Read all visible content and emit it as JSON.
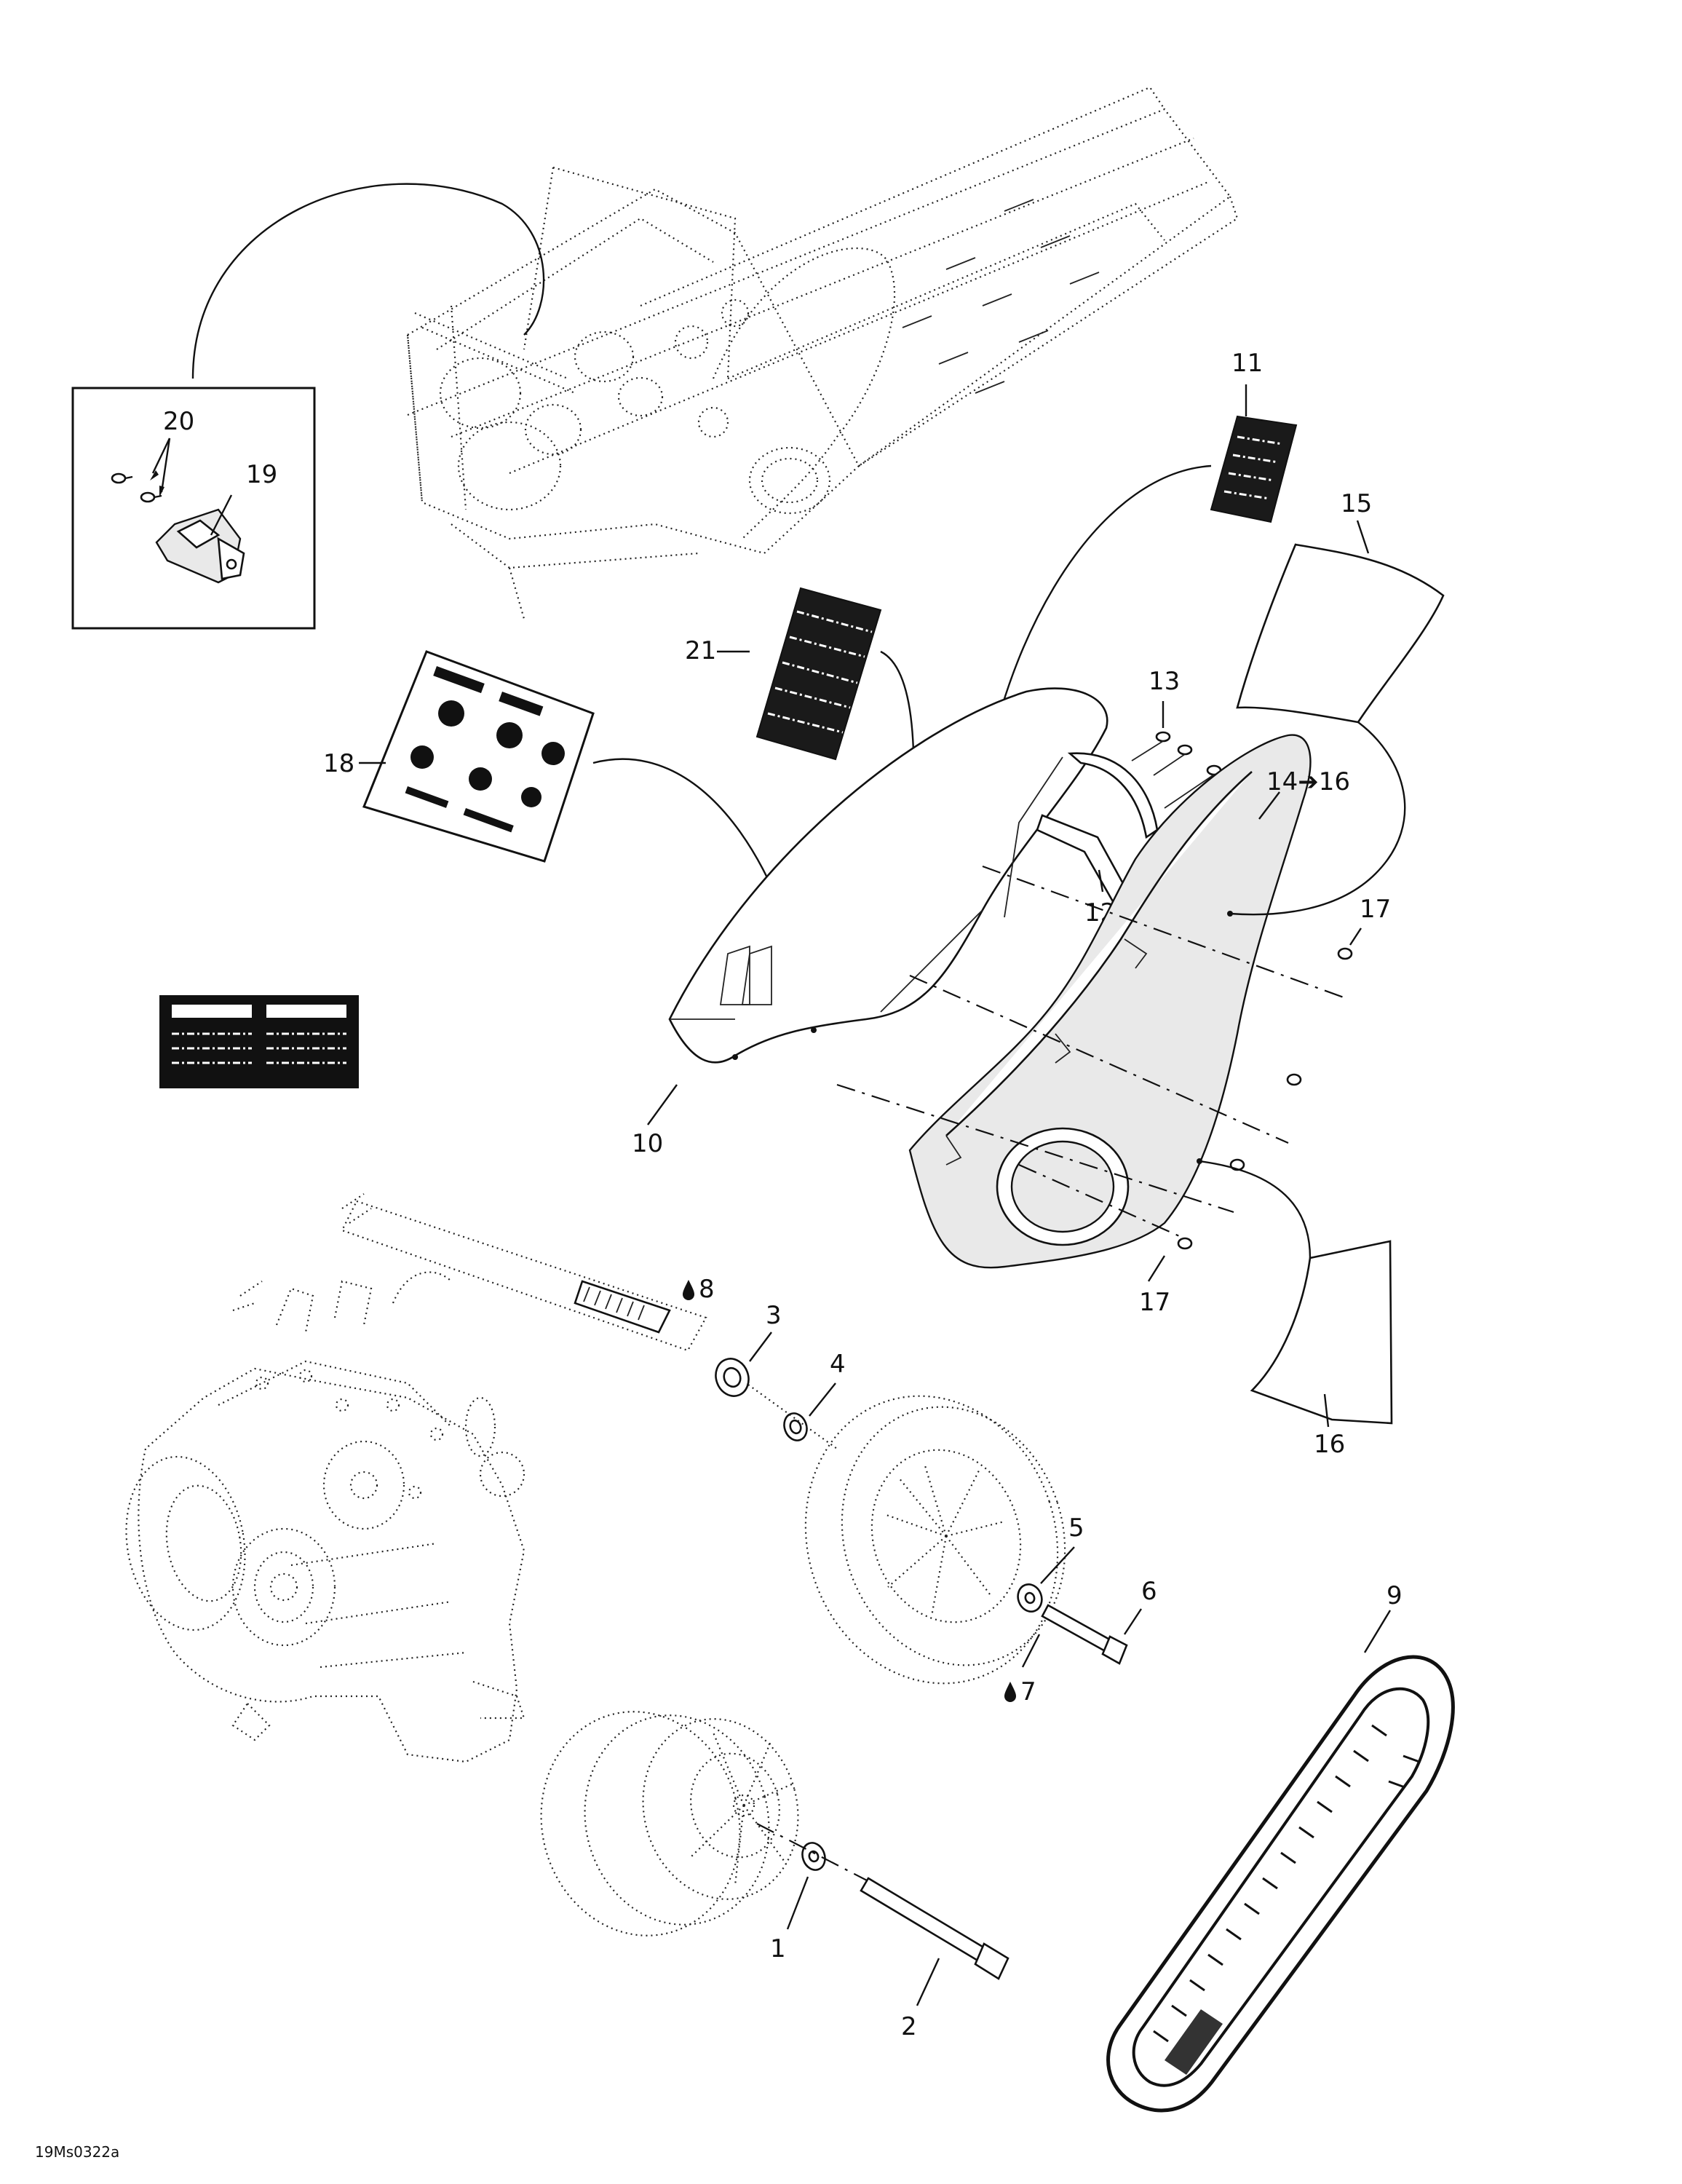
{
  "diagram": {
    "callouts": {
      "c1": "1",
      "c2": "2",
      "c3": "3",
      "c4": "4",
      "c5": "5",
      "c6": "6",
      "c7": "7",
      "c8": "8",
      "c9": "9",
      "c10": "10",
      "c11": "11",
      "c12": "12",
      "c13": "13",
      "c14_16": "14➔16",
      "c15": "15",
      "c16": "16",
      "c17a": "17",
      "c17b": "17",
      "c18": "18",
      "c19": "19",
      "c20": "20",
      "c21": "21"
    },
    "drawing_code": "19Ms0322a"
  }
}
